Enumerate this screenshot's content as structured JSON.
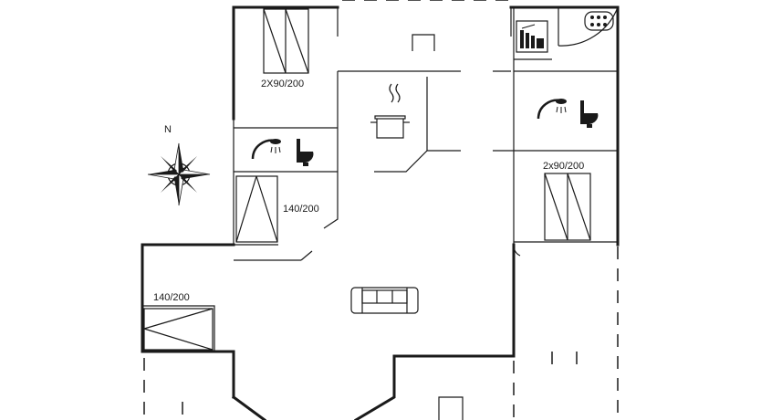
{
  "compass": {
    "label": "N"
  },
  "rooms": {
    "bedroom_top_left": {
      "bed_label": "2X90/200"
    },
    "bedroom_right": {
      "bed_label": "2x90/200"
    },
    "bedroom_middle_left": {
      "bed_label": "140/200"
    },
    "bedroom_bottom_left": {
      "bed_label": "140/200"
    }
  },
  "icons": {
    "cooking_pot": "cooking-pot-icon",
    "sofa": "sofa-icon",
    "shower": "shower-icon",
    "toilet": "toilet-icon",
    "spa": "whirlpool-icon",
    "sauna": "sauna-icon",
    "compass_rose": "compass-rose-icon"
  }
}
